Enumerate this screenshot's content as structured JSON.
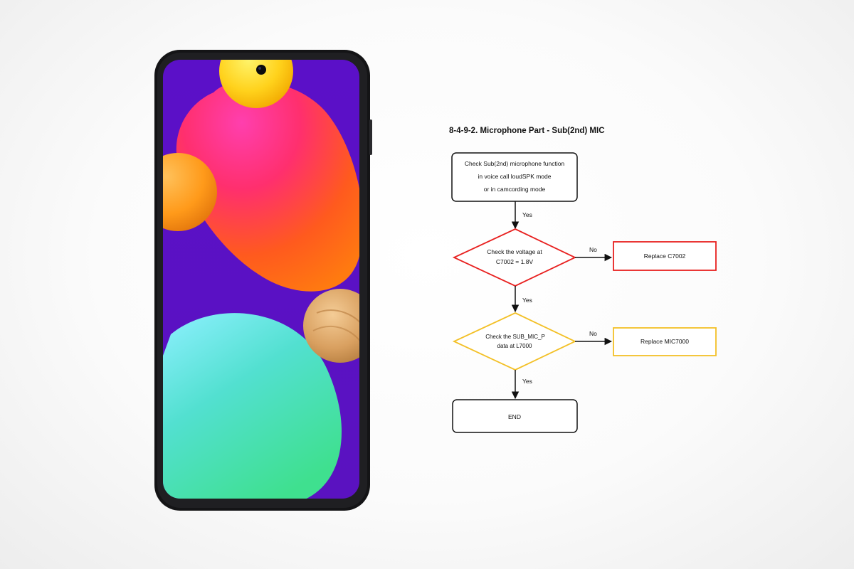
{
  "diagram": {
    "title": "8-4-9-2. Microphone Part - Sub(2nd) MIC",
    "colors": {
      "start_stroke": "#111111",
      "check1_stroke": "#e8201f",
      "check2_stroke": "#f3c026",
      "arrow": "#111111"
    },
    "start": {
      "line1": "Check Sub(2nd) microphone function",
      "line2": "in voice call loudSPK mode",
      "line3": "or in camcording mode"
    },
    "check1": {
      "line1": "Check the voltage at",
      "line2": "C7002 = 1.8V"
    },
    "action1": "Replace C7002",
    "check2": {
      "line1": "Check the SUB_MIC_P",
      "line2": "data at L7000"
    },
    "action2": "Replace MIC7000",
    "end": "END",
    "edges": {
      "yes1": "Yes",
      "yes2": "Yes",
      "yes3": "Yes",
      "no1": "No",
      "no2": "No"
    }
  },
  "phone": {
    "icons": [
      "camera-icon"
    ]
  }
}
